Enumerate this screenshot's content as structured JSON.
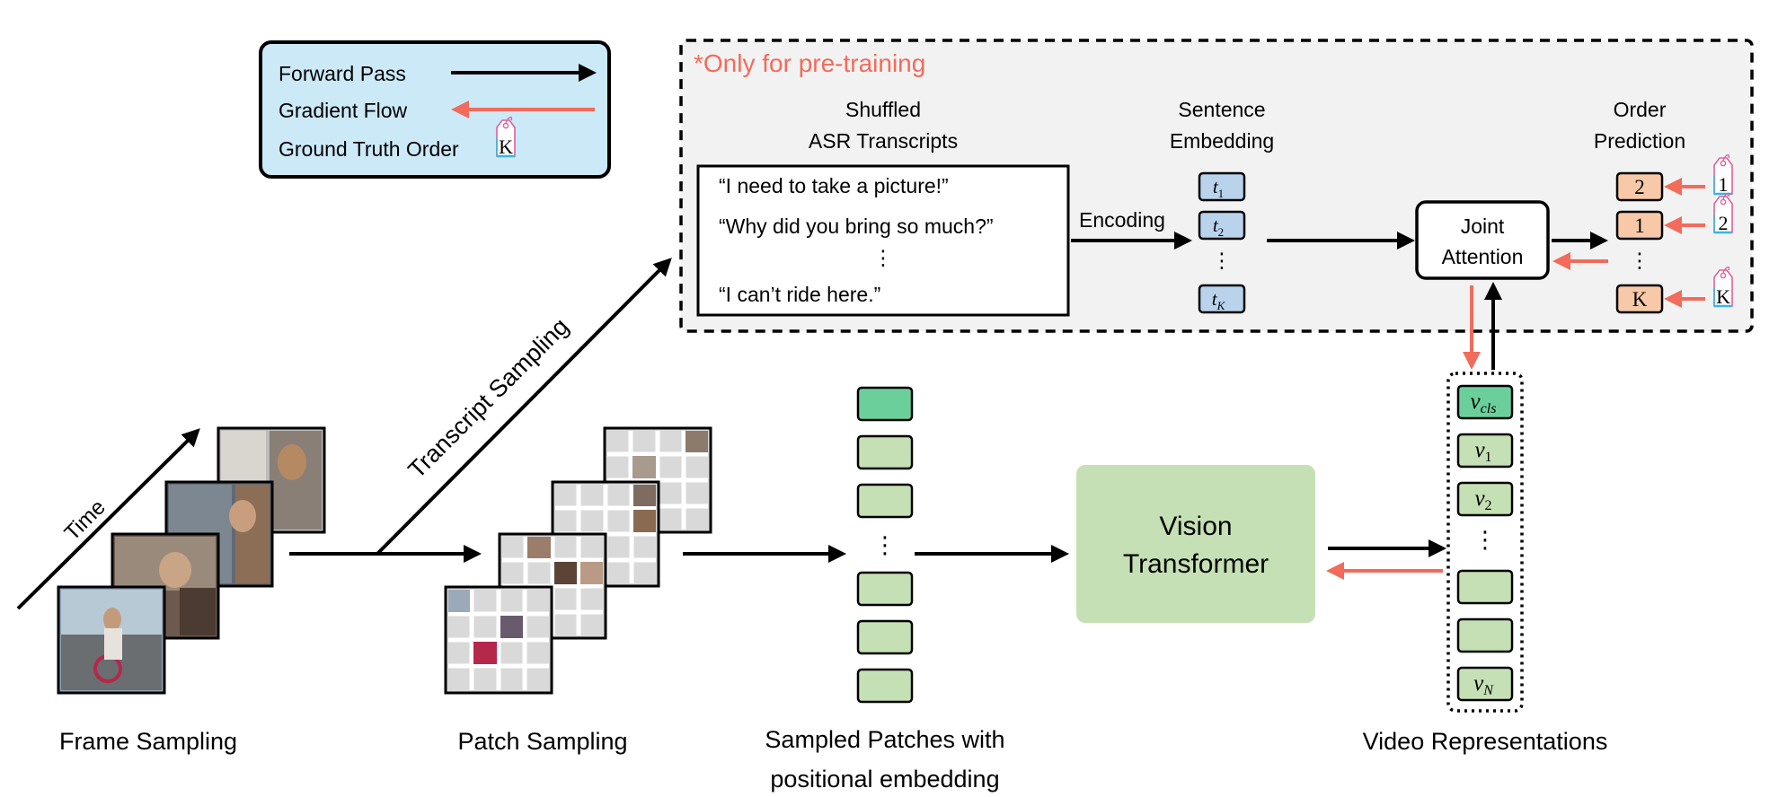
{
  "legend": {
    "forward_pass": "Forward Pass",
    "gradient_flow": "Gradient Flow",
    "ground_truth_order": "Ground Truth Order",
    "tag_symbol": "K"
  },
  "pretraining_box": {
    "note": "*Only for pre-training",
    "shuffled_title_1": "Shuffled",
    "shuffled_title_2": "ASR Transcripts",
    "transcripts": [
      "“I need to take a picture!”",
      "“Why did you bring so much?”",
      "⋮",
      "“I can’t ride here.”"
    ],
    "encoding_label": "Encoding",
    "sentence_embedding_1": "Sentence",
    "sentence_embedding_2": "Embedding",
    "tokens": [
      "t",
      "t",
      "⋮",
      "t"
    ],
    "token_subs": [
      "1",
      "2",
      "",
      "K"
    ],
    "joint_attention_1": "Joint",
    "joint_attention_2": "Attention",
    "order_prediction_1": "Order",
    "order_prediction_2": "Prediction",
    "predictions": [
      "2",
      "1",
      "⋮",
      "K"
    ],
    "ground_truth": [
      "1",
      "2",
      "K"
    ]
  },
  "bottom": {
    "time_label": "Time",
    "transcript_sampling": "Transcript Sampling",
    "frame_sampling": "Frame Sampling",
    "patch_sampling": "Patch Sampling",
    "sampled_patches_1": "Sampled Patches with",
    "sampled_patches_2": "positional embedding",
    "vision_transformer_1": "Vision",
    "vision_transformer_2": "Transformer",
    "video_representations": "Video Representations",
    "video_tokens": [
      "v",
      "v",
      "v",
      "⋮",
      "",
      "",
      "v"
    ],
    "video_subs": [
      "cls",
      "1",
      "2",
      "",
      "",
      "",
      "N"
    ],
    "dots": "⋮"
  },
  "colors": {
    "forward": "#000000",
    "gradient": "#f26b5b",
    "legend_bg": "#cce9f8",
    "box_bg": "#f2f2f2",
    "note": "#f26b5b",
    "token_blue": "#b9d3ec",
    "patch_green": "#c5e0b4",
    "cls_green": "#6bcf9c",
    "vit_green": "#c5e0b4",
    "pred_orange": "#f8c9a9",
    "tag_pink": "#e0609c",
    "tag_blue": "#36b6e6"
  }
}
